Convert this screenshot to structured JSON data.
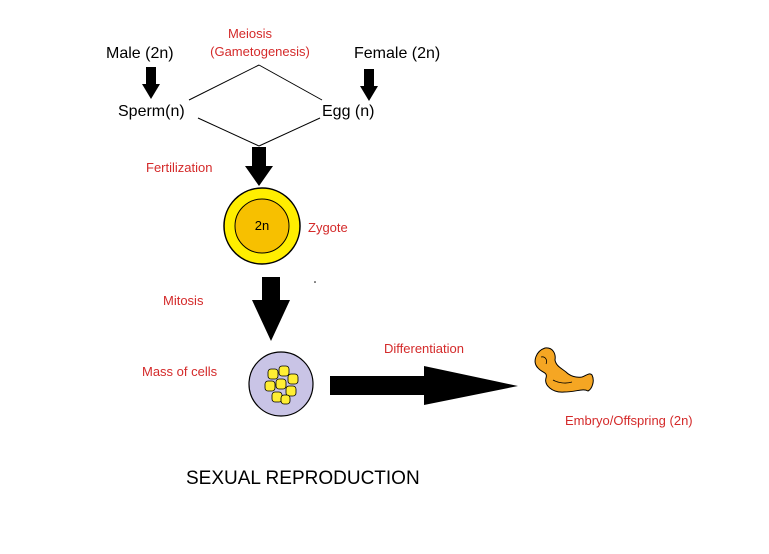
{
  "labels": {
    "male": "Male (2n)",
    "female": "Female (2n)",
    "meiosis_line1": "Meiosis",
    "meiosis_line2": "(Gametogenesis)",
    "sperm": "Sperm(n)",
    "egg": "Egg (n)",
    "fertilization": "Fertilization",
    "zygote_ploidy": "2n",
    "zygote": "Zygote",
    "mitosis": "Mitosis",
    "mass_of_cells": "Mass of cells",
    "differentiation": "Differentiation",
    "embryo": "Embryo/Offspring (2n)",
    "title": "SEXUAL REPRODUCTION"
  },
  "colors": {
    "text": "#000000",
    "process_text": "#d42a2a",
    "arrow": "#000000",
    "zygote_outer": "#ffee00",
    "zygote_inner": "#f7c000",
    "cell_mass_fill": "#c9c4e6",
    "cell_fill": "#ffee33",
    "embryo_fill": "#f5a623"
  },
  "icons": {
    "zygote": "zygote-cell-icon",
    "cell_mass": "cell-mass-icon",
    "embryo": "embryo-icon"
  }
}
